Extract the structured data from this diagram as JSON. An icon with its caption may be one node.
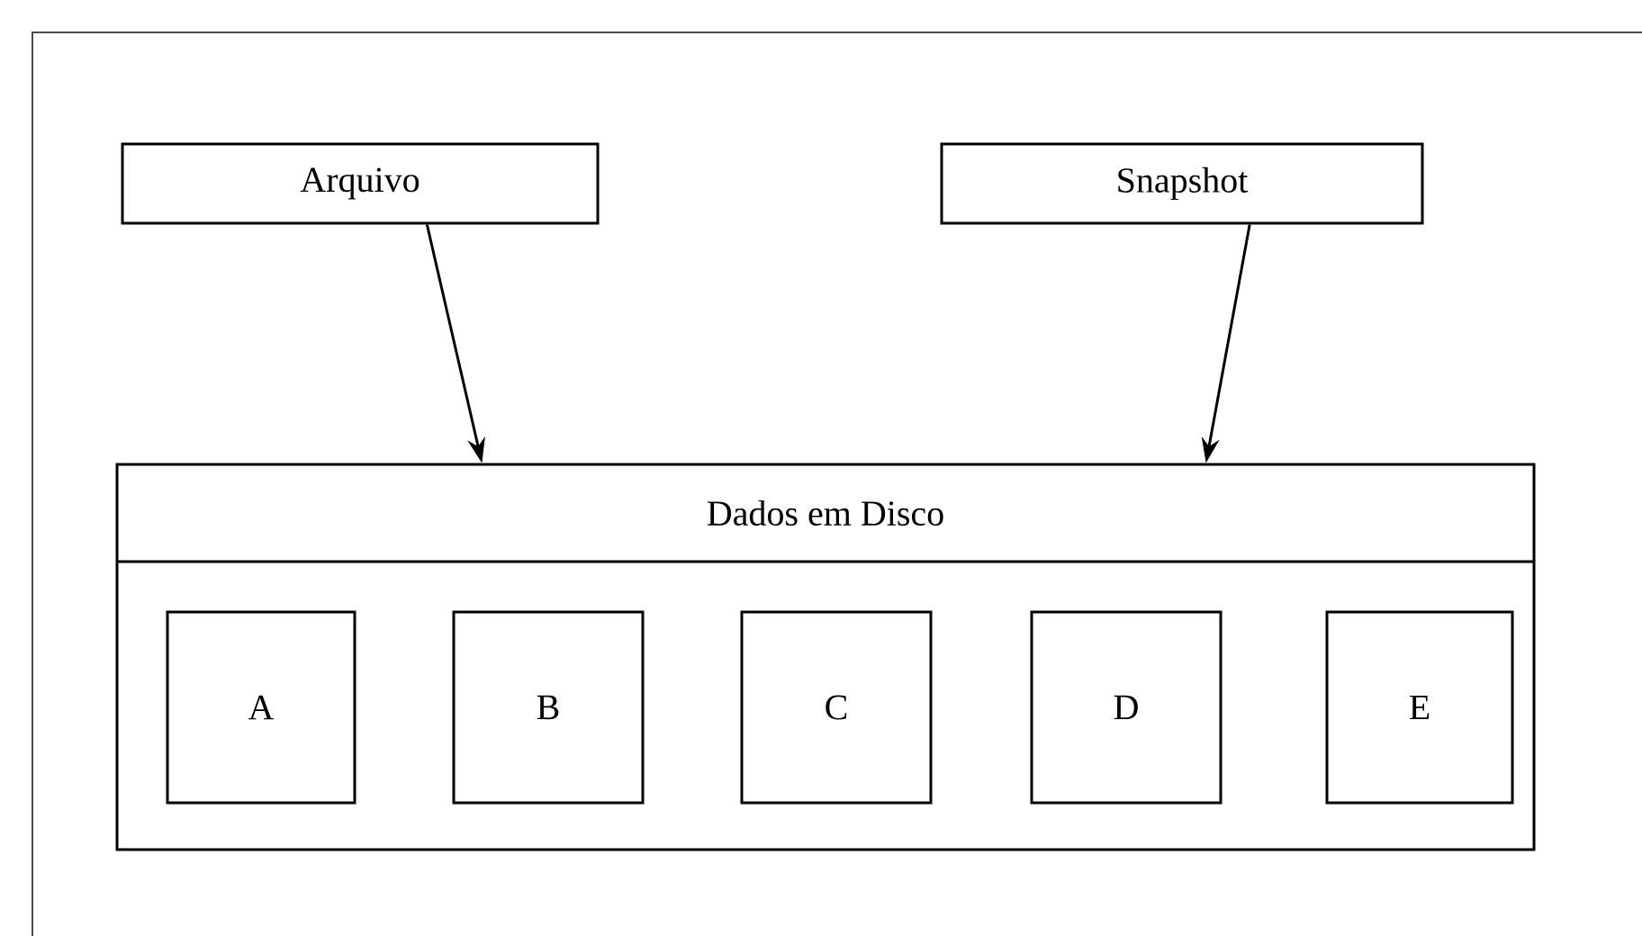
{
  "diagram": {
    "nodes": [
      {
        "text": [
          "Arquivo"
        ]
      },
      {
        "text": [
          "Snapshot"
        ]
      },
      {
        "text": [
          "Dados em Disco"
        ]
      },
      {
        "text": [
          "A"
        ],
        "in": 2
      },
      {
        "text": [
          "B"
        ],
        "in": 2
      },
      {
        "text": [
          "C"
        ],
        "in": 2
      },
      {
        "text": [
          "D"
        ],
        "in": 2
      },
      {
        "text": [
          "E"
        ],
        "in": 2
      }
    ],
    "edges": [
      {
        "from": 0,
        "to": 2,
        "arrow": "to"
      },
      {
        "from": 1,
        "to": 2,
        "arrow": "to"
      }
    ]
  }
}
